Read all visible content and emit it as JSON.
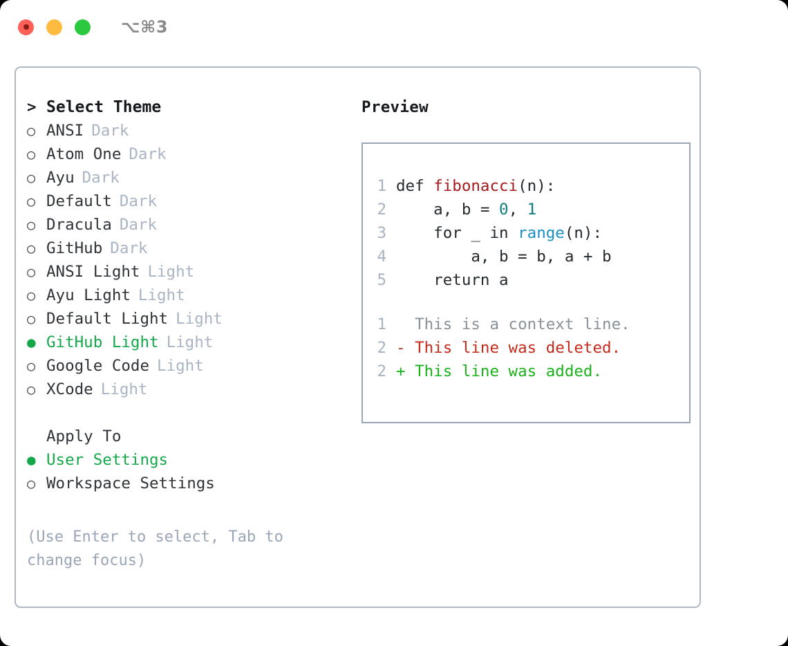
{
  "titlebar": {
    "shortcut": "⌥⌘3",
    "lights": [
      "close",
      "minimize",
      "zoom"
    ]
  },
  "theme_list": {
    "header_marker": ">",
    "header": "Select Theme",
    "items": [
      {
        "marker": "○",
        "label": "ANSI",
        "tag": "Dark",
        "selected": false
      },
      {
        "marker": "○",
        "label": "Atom One",
        "tag": "Dark",
        "selected": false
      },
      {
        "marker": "○",
        "label": "Ayu",
        "tag": "Dark",
        "selected": false
      },
      {
        "marker": "○",
        "label": "Default",
        "tag": "Dark",
        "selected": false
      },
      {
        "marker": "○",
        "label": "Dracula",
        "tag": "Dark",
        "selected": false
      },
      {
        "marker": "○",
        "label": "GitHub",
        "tag": "Dark",
        "selected": false
      },
      {
        "marker": "○",
        "label": "ANSI Light",
        "tag": "Light",
        "selected": false
      },
      {
        "marker": "○",
        "label": "Ayu Light",
        "tag": "Light",
        "selected": false
      },
      {
        "marker": "○",
        "label": "Default Light",
        "tag": "Light",
        "selected": false
      },
      {
        "marker": "●",
        "label": "GitHub Light",
        "tag": "Light",
        "selected": true
      },
      {
        "marker": "○",
        "label": "Google Code",
        "tag": "Light",
        "selected": false
      },
      {
        "marker": "○",
        "label": "XCode",
        "tag": "Light",
        "selected": false
      }
    ]
  },
  "apply_to": {
    "header": "Apply To",
    "items": [
      {
        "marker": "●",
        "label": "User Settings",
        "selected": true
      },
      {
        "marker": "○",
        "label": "Workspace Settings",
        "selected": false
      }
    ]
  },
  "hint": "(Use Enter to select, Tab to change focus)",
  "preview": {
    "title": "Preview",
    "code": [
      {
        "ln": "1",
        "parts": [
          {
            "t": "def ",
            "c": "plain"
          },
          {
            "t": "fibonacci",
            "c": "fn"
          },
          {
            "t": "(n):",
            "c": "plain"
          }
        ]
      },
      {
        "ln": "2",
        "parts": [
          {
            "t": "    a, b = ",
            "c": "plain"
          },
          {
            "t": "0",
            "c": "num"
          },
          {
            "t": ", ",
            "c": "plain"
          },
          {
            "t": "1",
            "c": "num"
          }
        ]
      },
      {
        "ln": "3",
        "parts": [
          {
            "t": "    for _ in ",
            "c": "plain"
          },
          {
            "t": "range",
            "c": "builtin"
          },
          {
            "t": "(n):",
            "c": "plain"
          }
        ]
      },
      {
        "ln": "4",
        "parts": [
          {
            "t": "        a, b = b, a + b",
            "c": "plain"
          }
        ]
      },
      {
        "ln": "5",
        "parts": [
          {
            "t": "    return a",
            "c": "plain"
          }
        ]
      }
    ],
    "diff": [
      {
        "ln": "1",
        "sign": " ",
        "text": "This is a context line.",
        "kind": "ctx"
      },
      {
        "ln": "2",
        "sign": "-",
        "text": "This line was deleted.",
        "kind": "del"
      },
      {
        "ln": "2",
        "sign": "+",
        "text": "This line was added.",
        "kind": "add"
      }
    ]
  },
  "colors": {
    "selected_green": "#14a84a",
    "tag_gray": "#aab4c2",
    "hint_gray": "#9aa6b6",
    "border": "#aeb7c4",
    "fn_red": "#a4191b",
    "num_teal": "#0c7c78",
    "builtin_blue": "#1a8fc4",
    "diff_add": "#19b219",
    "diff_del": "#c42b1c"
  }
}
